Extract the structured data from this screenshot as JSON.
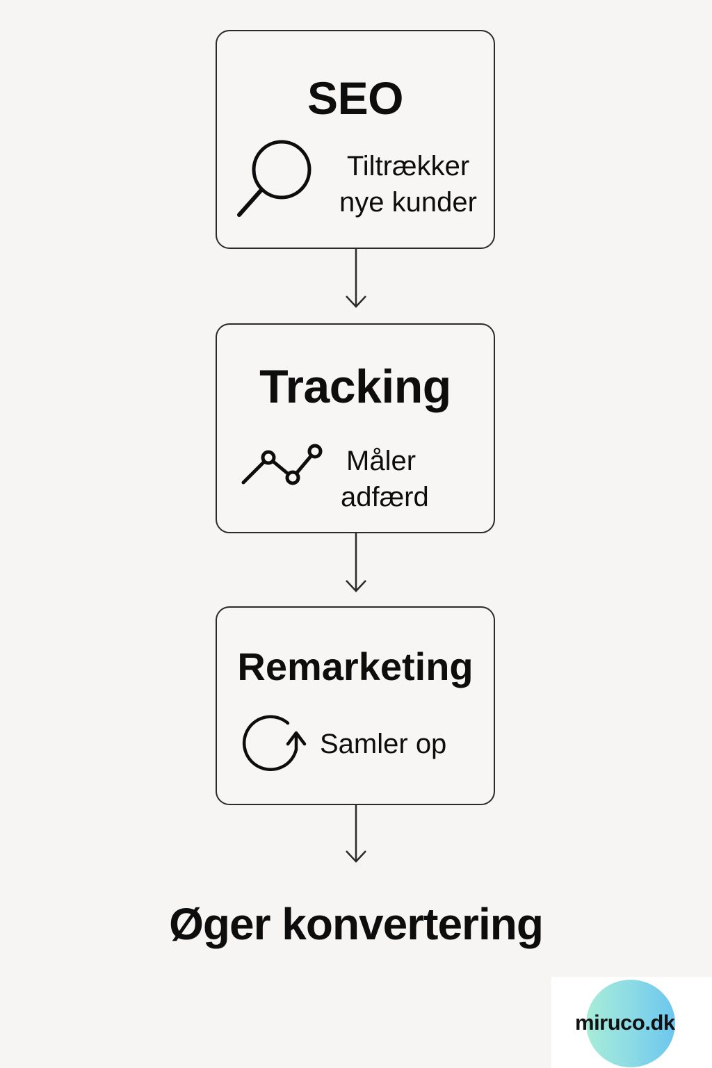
{
  "steps": [
    {
      "title": "SEO",
      "icon": "magnifier-icon",
      "description_lines": [
        "Tiltrækker",
        "nye kunder"
      ]
    },
    {
      "title": "Tracking",
      "icon": "line-chart-icon",
      "description_lines": [
        "Måler",
        "adfærd"
      ]
    },
    {
      "title": "Remarketing",
      "icon": "refresh-cycle-icon",
      "description_lines": [
        "Samler op"
      ]
    }
  ],
  "result": "Øger konvertering",
  "logo": {
    "text": "miruco.dk",
    "colors": [
      "#a8ecd8",
      "#6cc6ee"
    ]
  },
  "colors": {
    "background": "#f7f5f3",
    "stroke": "#2a2a2a",
    "text": "#0d0d0d"
  }
}
